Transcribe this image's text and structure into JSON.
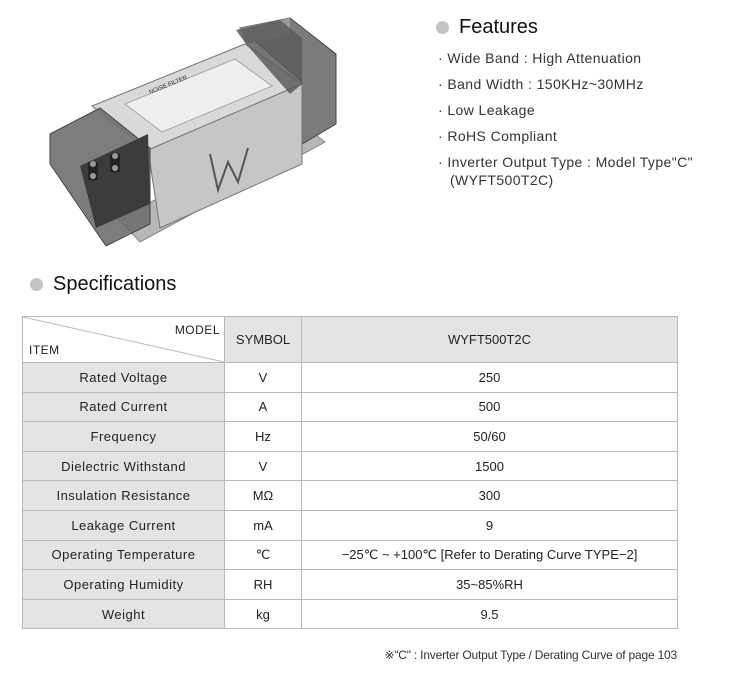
{
  "features": {
    "title": "Features",
    "items": [
      {
        "text": "· Wide Band : High Attenuation"
      },
      {
        "text": "· Band Width : 150KHz~30MHz"
      },
      {
        "text": "· Low Leakage"
      },
      {
        "text": "· RoHS Compliant"
      },
      {
        "text": "· Inverter Output Type : Model Type\"C\"",
        "cont": "(WYFT500T2C)"
      }
    ]
  },
  "specifications": {
    "title": "Specifications",
    "header": {
      "model": "MODEL",
      "item": "ITEM",
      "symbol": "SYMBOL",
      "value": "WYFT500T2C"
    },
    "rows": [
      {
        "item": "Rated Voltage",
        "symbol": "V",
        "value": "250"
      },
      {
        "item": "Rated Current",
        "symbol": "A",
        "value": "500"
      },
      {
        "item": "Frequency",
        "symbol": "Hz",
        "value": "50/60"
      },
      {
        "item": "Dielectric Withstand",
        "symbol": "V",
        "value": "1500"
      },
      {
        "item": "Insulation Resistance",
        "symbol": "MΩ",
        "value": "300"
      },
      {
        "item": "Leakage Current",
        "symbol": "mA",
        "value": "9"
      },
      {
        "item": "Operating Temperature",
        "symbol": "℃",
        "value": "−25℃ ~ +100℃ [Refer to Derating Curve TYPE−2]"
      },
      {
        "item": "Operating Humidity",
        "symbol": "RH",
        "value": "35~85%RH"
      },
      {
        "item": "Weight",
        "symbol": "kg",
        "value": "9.5"
      }
    ]
  },
  "note": "※\"C\" : Inverter Output Type / Derating Curve of page 103",
  "colors": {
    "header_gray": "#e4e4e4",
    "bullet_gray": "#c4c4c4",
    "border": "#b9b9b9"
  }
}
